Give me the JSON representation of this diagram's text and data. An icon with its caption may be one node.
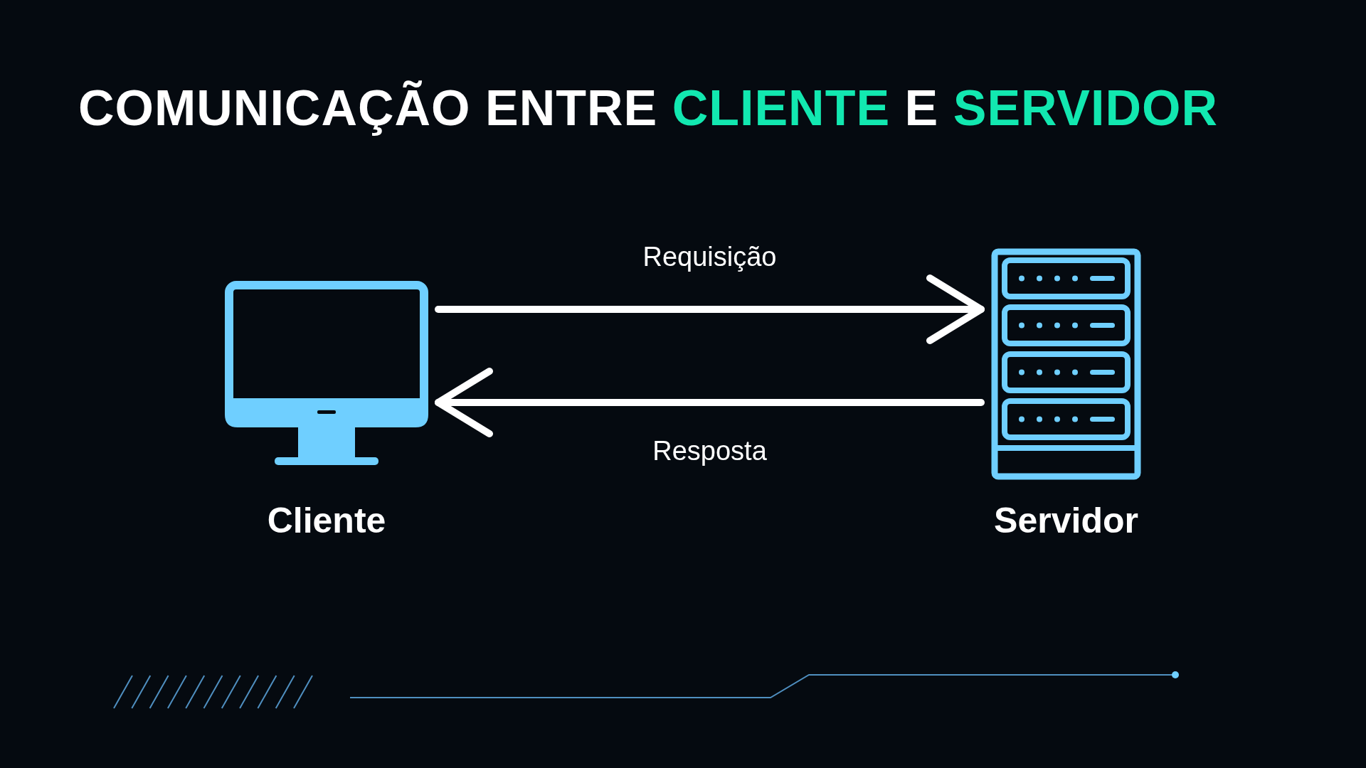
{
  "diagram": {
    "title": "COMUNICAÇÃO ENTRE **CLIENTE** E **SERVIDOR**",
    "nodes": [
      {
        "text": [
          "Cliente"
        ]
      },
      {
        "text": [
          "Servidor"
        ]
      }
    ],
    "edges": [
      {
        "from": 0,
        "to": 1,
        "arrow": "to",
        "label": "Requisição"
      },
      {
        "from": 1,
        "to": 0,
        "arrow": "to",
        "label": "Resposta"
      }
    ]
  }
}
